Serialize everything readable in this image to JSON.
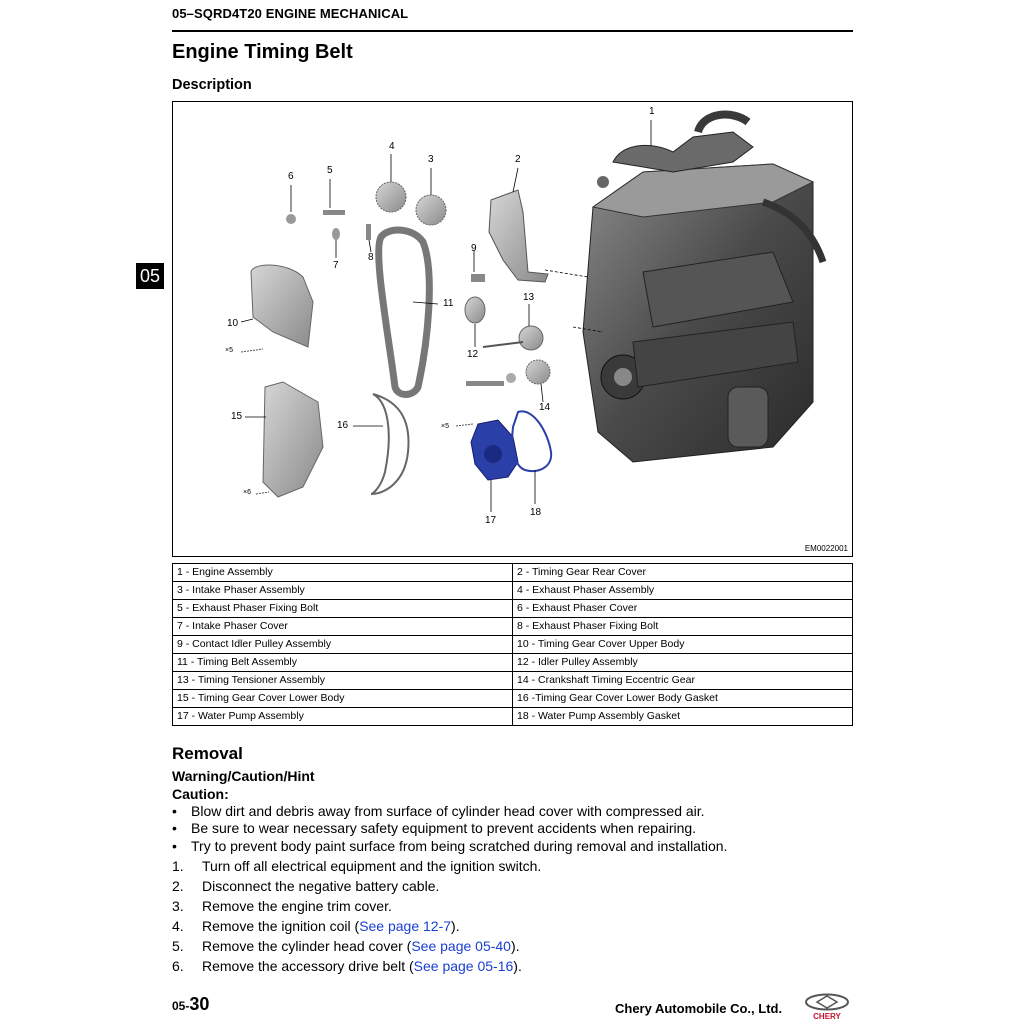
{
  "header": {
    "section": "05–SQRD4T20 ENGINE MECHANICAL"
  },
  "page_title": "Engine Timing Belt",
  "description_heading": "Description",
  "side_tab": "05",
  "figure": {
    "figure_id": "EM0022001",
    "callouts": [
      "1",
      "2",
      "3",
      "4",
      "5",
      "6",
      "7",
      "8",
      "9",
      "10",
      "11",
      "12",
      "13",
      "14",
      "15",
      "16",
      "17",
      "18"
    ],
    "multipliers": [
      "×5",
      "×5",
      "×6"
    ]
  },
  "legend": [
    [
      "1 - Engine Assembly",
      "2 - Timing Gear Rear Cover"
    ],
    [
      "3 - Intake Phaser Assembly",
      "4 - Exhaust Phaser Assembly"
    ],
    [
      "5 - Exhaust Phaser Fixing Bolt",
      "6 - Exhaust Phaser Cover"
    ],
    [
      "7 - Intake Phaser Cover",
      "8 - Exhaust Phaser Fixing Bolt"
    ],
    [
      "9 - Contact Idler Pulley Assembly",
      "10 - Timing Gear Cover Upper Body"
    ],
    [
      "11 - Timing Belt Assembly",
      "12 - Idler Pulley Assembly"
    ],
    [
      "13 - Timing Tensioner Assembly",
      "14 - Crankshaft Timing Eccentric Gear"
    ],
    [
      "15 - Timing Gear Cover Lower Body",
      "16 -Timing Gear Cover Lower Body Gasket"
    ],
    [
      "17 - Water Pump Assembly",
      "18 - Water Pump Assembly Gasket"
    ]
  ],
  "removal": {
    "heading": "Removal",
    "warning_heading": "Warning/Caution/Hint",
    "caution_label": "Caution:",
    "bullet_marker": "•",
    "bullets": [
      "Blow dirt and debris away from surface of cylinder head cover with compressed air.",
      "Be sure to wear necessary safety equipment to prevent accidents when repairing.",
      "Try to prevent body paint surface from being scratched during removal and installation."
    ],
    "steps": [
      {
        "num": "1.",
        "text": "Turn off all electrical equipment and the ignition switch.",
        "link": "",
        "after": ""
      },
      {
        "num": "2.",
        "text": "Disconnect the negative battery cable.",
        "link": "",
        "after": ""
      },
      {
        "num": "3.",
        "text": "Remove the engine trim cover.",
        "link": "",
        "after": ""
      },
      {
        "num": "4.",
        "text": "Remove the ignition coil (",
        "link": "See page 12-7",
        "after": ")."
      },
      {
        "num": "5.",
        "text": "Remove the cylinder head cover (",
        "link": "See page 05-40",
        "after": ")."
      },
      {
        "num": "6.",
        "text": "Remove the accessory drive belt (",
        "link": "See page 05-16",
        "after": ")."
      }
    ]
  },
  "footer": {
    "page_prefix": "05-",
    "page_number": "30",
    "company": "Chery Automobile Co., Ltd.",
    "logo_text": "CHERY"
  },
  "colors": {
    "link": "#1a3fd1",
    "logo_red": "#c8102e",
    "water_pump_blue": "#2b3fa8"
  }
}
